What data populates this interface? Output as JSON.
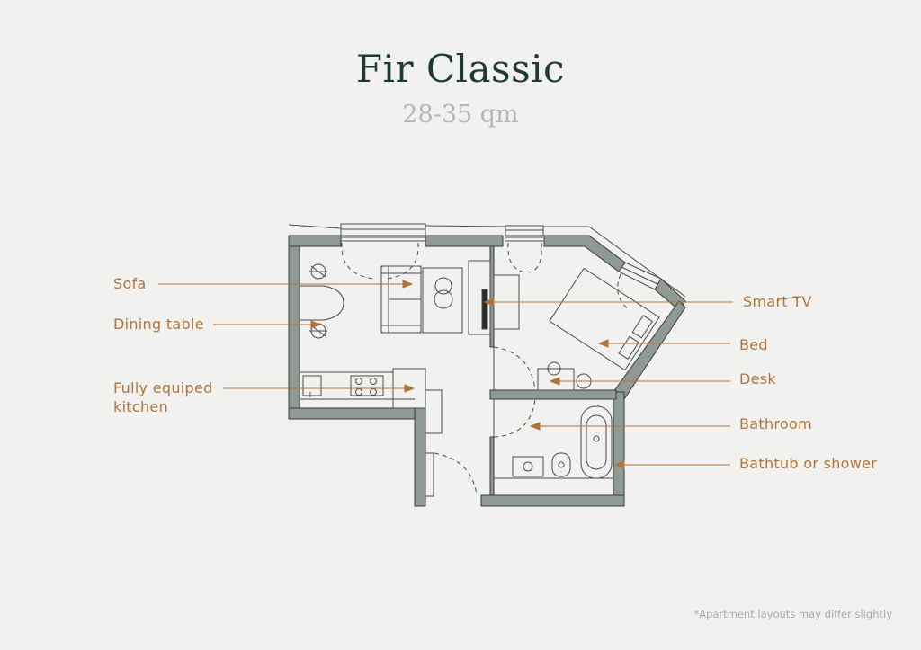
{
  "header": {
    "title": "Fir Classic",
    "subtitle": "28-35 qm"
  },
  "labels": {
    "sofa": "Sofa",
    "dining_table": "Dining table",
    "kitchen_line1": "Fully equiped",
    "kitchen_line2": "kitchen",
    "smart_tv": "Smart TV",
    "bed": "Bed",
    "desk": "Desk",
    "bathroom": "Bathroom",
    "bathtub": "Bathtub or shower"
  },
  "footnote": "*Apartment layouts may differ slightly",
  "colors": {
    "wall": "#8f9a95",
    "wall_outline": "#3a3a3a",
    "line": "#4a4a4a",
    "accent": "#b1743a",
    "title": "#1f3a31",
    "subtitle": "#b6b6b3",
    "background": "#f1f1ef"
  }
}
